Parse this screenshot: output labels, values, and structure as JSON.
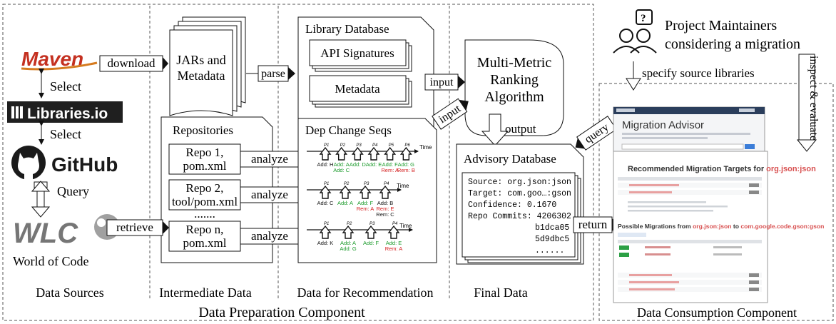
{
  "sources": {
    "maven": "Maven",
    "libraries_io": "Libraries.io",
    "github": "GitHub",
    "wlc": "WLC",
    "wlc_caption": "World of Code",
    "select_1": "Select",
    "select_2": "Select",
    "query": "Query"
  },
  "flow_labels": {
    "download": "download",
    "parse": "parse",
    "input_1": "input",
    "input_2": "input",
    "output": "output",
    "retrieve": "retrieve",
    "return": "return",
    "query": "query",
    "specify": "specify source libraries",
    "inspect": "inspect & evaluate"
  },
  "jars": {
    "line1": "JARs and",
    "line2": "Metadata"
  },
  "library_db": {
    "title": "Library Database",
    "api": "API Signatures",
    "meta": "Metadata"
  },
  "ranking": {
    "line1": "Multi-Metric",
    "line2": "Ranking",
    "line3": "Algorithm"
  },
  "maintainers": {
    "line1": "Project Maintainers",
    "line2": "considering a migration"
  },
  "repositories": {
    "title": "Repositories",
    "repo1_l1": "Repo 1,",
    "repo1_l2": "pom.xml",
    "repo2_l1": "Repo 2,",
    "repo2_l2": "tool/pom.xml",
    "dots": ".......",
    "repon_l1": "Repo n,",
    "repon_l2": "pom.xml",
    "analyze": "analyze"
  },
  "dep_change": {
    "title": "Dep Change Seqs",
    "time": "Time",
    "commits": [
      "P1",
      "P2",
      "P3",
      "P4",
      "P5",
      "P6"
    ],
    "row1": [
      {
        "a": "Add: H",
        "b": ""
      },
      {
        "a": "Add: A",
        "b": "Add: C"
      },
      {
        "a": "Add: D",
        "b": ""
      },
      {
        "a": "Add: E",
        "b": ""
      },
      {
        "a": "Add: F",
        "b": "Rem: A"
      },
      {
        "a": "Add: G",
        "b": "Rem: B"
      }
    ],
    "row2": [
      {
        "a": "Add: C",
        "b": ""
      },
      {
        "a": "Add: A",
        "b": ""
      },
      {
        "a": "Add: F",
        "b": "Rem: A"
      },
      {
        "a": "Add: B",
        "b": "Rem: E",
        "c": "Rem: C"
      }
    ],
    "row3": [
      {
        "a": "Add: K",
        "b": ""
      },
      {
        "a": "Add: A",
        "b": "Add: G"
      },
      {
        "a": "Add: F",
        "b": ""
      },
      {
        "a": "Add: E",
        "b": "Rem: A"
      }
    ]
  },
  "advisory": {
    "title": "Advisory Database",
    "source": "Source: org.json:json",
    "target": "Target: com.goo…:gson",
    "confidence": "Confidence: 0.1670",
    "commits_label": "Repo Commits: 4206302",
    "commit2": "b1dca05",
    "commit3": "5d9dbc5",
    "more": "......"
  },
  "consumption": {
    "advisor_title": "Migration Advisor",
    "targets_title": "Recommended Migration Targets for",
    "targets_lib": "org.json:json",
    "possible_title": "Possible Migrations from",
    "possible_from": "org.json:json",
    "possible_to_word": "to",
    "possible_to": "com.google.code.gson:gson"
  },
  "column_labels": {
    "data_sources": "Data Sources",
    "intermediate": "Intermediate Data",
    "recommendation": "Data for Recommendation",
    "final": "Final Data"
  },
  "components": {
    "preparation": "Data Preparation Component",
    "consumption": "Data Consumption Component"
  },
  "colors": {
    "add": "#1a9a2a",
    "rem": "#d42020",
    "advisor_nav": "#2b3e5c",
    "maven_orange": "#d57a1e"
  }
}
